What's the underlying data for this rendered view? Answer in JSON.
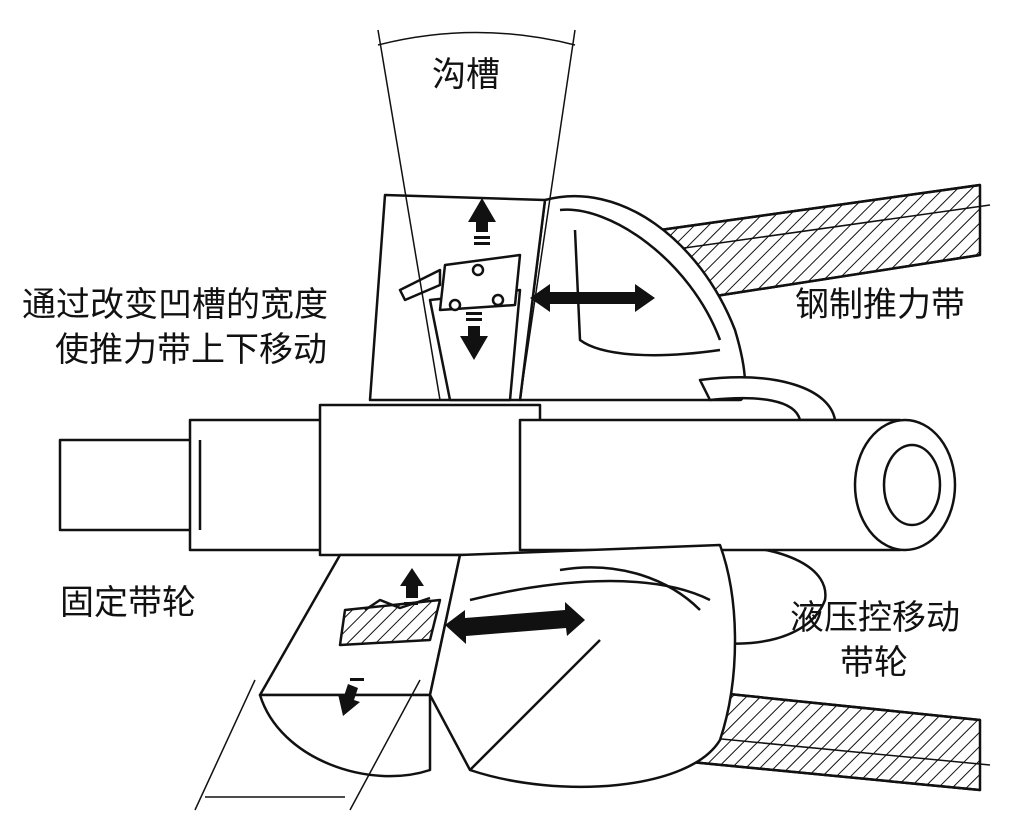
{
  "labels": {
    "groove": "沟槽",
    "instruction_line1": "通过改变凹槽的宽度",
    "instruction_line2": "使推力带上下移动",
    "steel_belt": "钢制推力带",
    "fixed_pulley": "固定带轮",
    "hydraulic_pulley_line1": "液压控移动",
    "hydraulic_pulley_line2": "带轮"
  },
  "colors": {
    "line": "#111111",
    "fill": "#ffffff",
    "arrow": "#111111",
    "hatch": "#111111"
  },
  "icons": {
    "up_arrow": "arrow-up-icon",
    "down_arrow": "arrow-down-icon",
    "double_arrow": "double-arrow-icon"
  }
}
